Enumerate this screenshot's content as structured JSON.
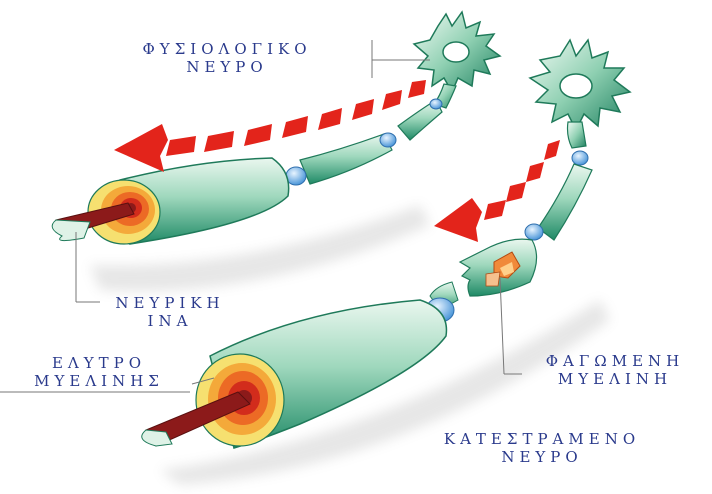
{
  "labels": {
    "normal_nerve": [
      "ΦΥΣΙΟΛΟΓΙΚΟ",
      "ΝΕΥΡΟ"
    ],
    "nerve_fiber": [
      "ΝΕΥΡΙΚΗ",
      "ΙΝΑ"
    ],
    "myelin_sheath": [
      "ΕΛΥΤΡΟ",
      "ΜΥΕΛΙΝΗΣ"
    ],
    "eaten_myelin": [
      "ΦΑΓΩΜΕΝΗ",
      "ΜΥΕΛΙΝΗ"
    ],
    "damaged_nerve": [
      "ΚΑΤΕΣΤΡΑΜΕΝΟ",
      "ΝΕΥΡΟ"
    ]
  },
  "colors": {
    "label_text": "#2a3a8c",
    "myelin_green": "#2e9e7a",
    "node_blue": "#5aa8e0",
    "arrow_red": "#e3241b",
    "axon_core": "#8c1a1a"
  }
}
